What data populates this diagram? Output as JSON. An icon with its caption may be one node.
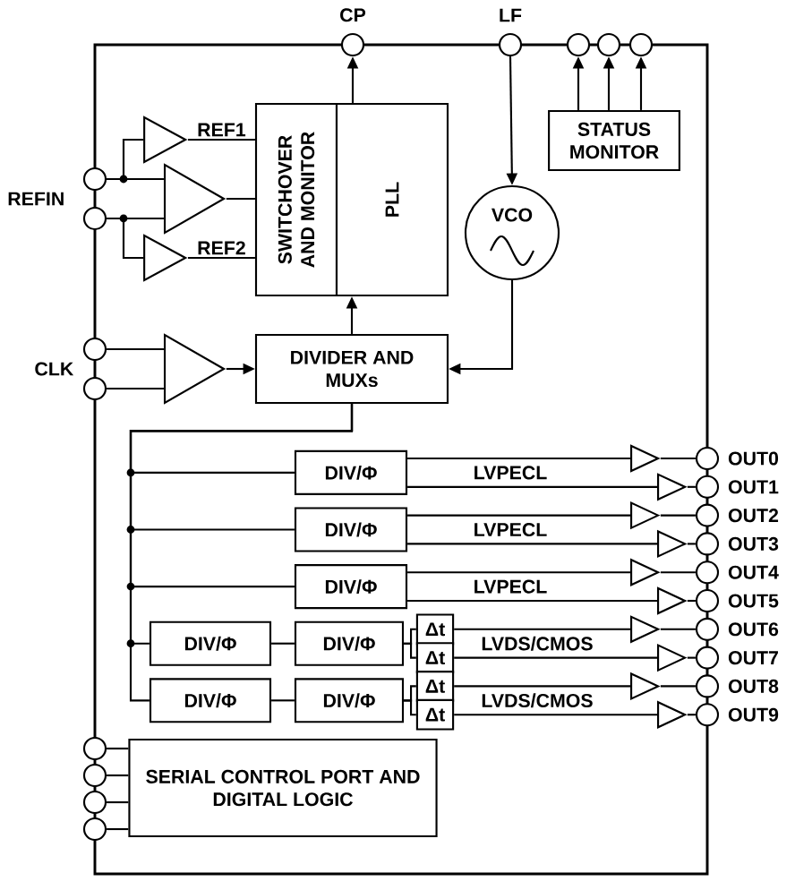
{
  "diagram": {
    "nodes": [
      {
        "text": [],
        "shape": "circle",
        "beside": [
          "CP"
        ]
      },
      {
        "text": [],
        "shape": "circle",
        "beside": [
          "LF"
        ]
      },
      {
        "text": [],
        "shape": "circle"
      },
      {
        "text": [],
        "shape": "circle"
      },
      {
        "text": [],
        "shape": "circle"
      },
      {
        "text": [],
        "shape": "circle"
      },
      {
        "text": [],
        "shape": "circle"
      },
      {
        "text": [],
        "shape": "triangle"
      },
      {
        "text": [],
        "shape": "triangle"
      },
      {
        "text": [],
        "shape": "triangle"
      },
      {
        "text": [
          "SWITCHOVER AND MONITOR"
        ]
      },
      {
        "text": [
          "PLL"
        ]
      },
      {
        "text": [
          "VCO"
        ]
      },
      {
        "text": [
          "STATUS MONITOR"
        ]
      },
      {
        "text": [],
        "shape": "circle"
      },
      {
        "text": [],
        "shape": "circle"
      },
      {
        "text": [],
        "shape": "triangle"
      },
      {
        "text": [
          "DIVIDER AND MUXs"
        ]
      },
      {
        "text": [
          "DIV/Φ"
        ]
      },
      {
        "text": [
          "DIV/Φ"
        ]
      },
      {
        "text": [
          "DIV/Φ"
        ]
      },
      {
        "text": [
          "DIV/Φ"
        ]
      },
      {
        "text": [
          "DIV/Φ"
        ]
      },
      {
        "text": [
          "DIV/Φ"
        ]
      },
      {
        "text": [
          "DIV/Φ"
        ]
      },
      {
        "text": [
          "Δt"
        ]
      },
      {
        "text": [
          "Δt"
        ]
      },
      {
        "text": [
          "Δt"
        ]
      },
      {
        "text": [
          "Δt"
        ]
      },
      {
        "text": [],
        "shape": "triangle"
      },
      {
        "text": [],
        "shape": "triangle"
      },
      {
        "text": [],
        "shape": "triangle"
      },
      {
        "text": [],
        "shape": "triangle"
      },
      {
        "text": [],
        "shape": "triangle"
      },
      {
        "text": [],
        "shape": "triangle"
      },
      {
        "text": [],
        "shape": "triangle"
      },
      {
        "text": [],
        "shape": "triangle"
      },
      {
        "text": [],
        "shape": "triangle"
      },
      {
        "text": [],
        "shape": "triangle"
      },
      {
        "text": [],
        "shape": "circle",
        "beside": [
          "OUT0"
        ]
      },
      {
        "text": [],
        "shape": "circle",
        "beside": [
          "OUT1"
        ]
      },
      {
        "text": [],
        "shape": "circle",
        "beside": [
          "OUT2"
        ]
      },
      {
        "text": [],
        "shape": "circle",
        "beside": [
          "OUT3"
        ]
      },
      {
        "text": [],
        "shape": "circle",
        "beside": [
          "OUT4"
        ]
      },
      {
        "text": [],
        "shape": "circle",
        "beside": [
          "OUT5"
        ]
      },
      {
        "text": [],
        "shape": "circle",
        "beside": [
          "OUT6"
        ]
      },
      {
        "text": [],
        "shape": "circle",
        "beside": [
          "OUT7"
        ]
      },
      {
        "text": [],
        "shape": "circle",
        "beside": [
          "OUT8"
        ]
      },
      {
        "text": [],
        "shape": "circle",
        "beside": [
          "OUT9"
        ]
      },
      {
        "text": [
          "SERIAL CONTROL PORT AND DIGITAL LOGIC"
        ]
      },
      {
        "text": [],
        "shape": "circle"
      },
      {
        "text": [],
        "shape": "circle"
      },
      {
        "text": [],
        "shape": "circle"
      },
      {
        "text": [],
        "shape": "circle"
      }
    ],
    "edges": [
      {
        "from": 11,
        "to": 0,
        "arrow": "to"
      },
      {
        "from": 1,
        "to": 12,
        "arrow": "to"
      },
      {
        "from": 13,
        "to": 2,
        "arrow": "to"
      },
      {
        "from": 13,
        "to": 3,
        "arrow": "to"
      },
      {
        "from": 13,
        "to": 4,
        "arrow": "to"
      },
      {
        "from": 5,
        "to": 7,
        "arrow": "none"
      },
      {
        "from": 5,
        "to": 8,
        "arrow": "none"
      },
      {
        "from": 6,
        "to": 8,
        "arrow": "none"
      },
      {
        "from": 6,
        "to": 9,
        "arrow": "none"
      },
      {
        "from": 7,
        "to": 10,
        "arrow": "none",
        "label": "REF1"
      },
      {
        "from": 8,
        "to": 10,
        "arrow": "none"
      },
      {
        "from": 9,
        "to": 10,
        "arrow": "none",
        "label": "REF2"
      },
      {
        "from": 14,
        "to": 16,
        "arrow": "none"
      },
      {
        "from": 15,
        "to": 16,
        "arrow": "none"
      },
      {
        "from": 16,
        "to": 17,
        "arrow": "to"
      },
      {
        "from": 17,
        "to": 11,
        "arrow": "to"
      },
      {
        "from": 12,
        "to": 17,
        "arrow": "to"
      },
      {
        "from": 17,
        "to": 18,
        "arrow": "none"
      },
      {
        "from": 17,
        "to": 19,
        "arrow": "none"
      },
      {
        "from": 17,
        "to": 20,
        "arrow": "none"
      },
      {
        "from": 17,
        "to": 21,
        "arrow": "none"
      },
      {
        "from": 17,
        "to": 23,
        "arrow": "none"
      },
      {
        "from": 21,
        "to": 22,
        "arrow": "none"
      },
      {
        "from": 23,
        "to": 24,
        "arrow": "none"
      },
      {
        "from": 18,
        "to": 29,
        "arrow": "none"
      },
      {
        "from": 18,
        "to": 30,
        "arrow": "none"
      },
      {
        "from": 19,
        "to": 31,
        "arrow": "none"
      },
      {
        "from": 19,
        "to": 32,
        "arrow": "none"
      },
      {
        "from": 20,
        "to": 33,
        "arrow": "none"
      },
      {
        "from": 20,
        "to": 34,
        "arrow": "none"
      },
      {
        "from": 22,
        "to": 25,
        "arrow": "none"
      },
      {
        "from": 22,
        "to": 26,
        "arrow": "none"
      },
      {
        "from": 24,
        "to": 27,
        "arrow": "none"
      },
      {
        "from": 24,
        "to": 28,
        "arrow": "none"
      },
      {
        "from": 25,
        "to": 35,
        "arrow": "none"
      },
      {
        "from": 26,
        "to": 36,
        "arrow": "none"
      },
      {
        "from": 27,
        "to": 37,
        "arrow": "none"
      },
      {
        "from": 28,
        "to": 38,
        "arrow": "none"
      },
      {
        "from": 29,
        "to": 39,
        "arrow": "none"
      },
      {
        "from": 30,
        "to": 40,
        "arrow": "none"
      },
      {
        "from": 31,
        "to": 41,
        "arrow": "none"
      },
      {
        "from": 32,
        "to": 42,
        "arrow": "none"
      },
      {
        "from": 33,
        "to": 43,
        "arrow": "none"
      },
      {
        "from": 34,
        "to": 44,
        "arrow": "none"
      },
      {
        "from": 35,
        "to": 45,
        "arrow": "none"
      },
      {
        "from": 36,
        "to": 46,
        "arrow": "none"
      },
      {
        "from": 37,
        "to": 47,
        "arrow": "none"
      },
      {
        "from": 38,
        "to": 48,
        "arrow": "none"
      },
      {
        "from": 49,
        "to": 50,
        "arrow": "none"
      },
      {
        "from": 49,
        "to": 51,
        "arrow": "none"
      },
      {
        "from": 49,
        "to": 52,
        "arrow": "none"
      },
      {
        "from": 49,
        "to": 53,
        "arrow": "none"
      }
    ],
    "labels": [
      "REFIN",
      "CLK",
      "LVPECL",
      "LVPECL",
      "LVPECL",
      "LVDS/CMOS",
      "LVDS/CMOS"
    ]
  }
}
